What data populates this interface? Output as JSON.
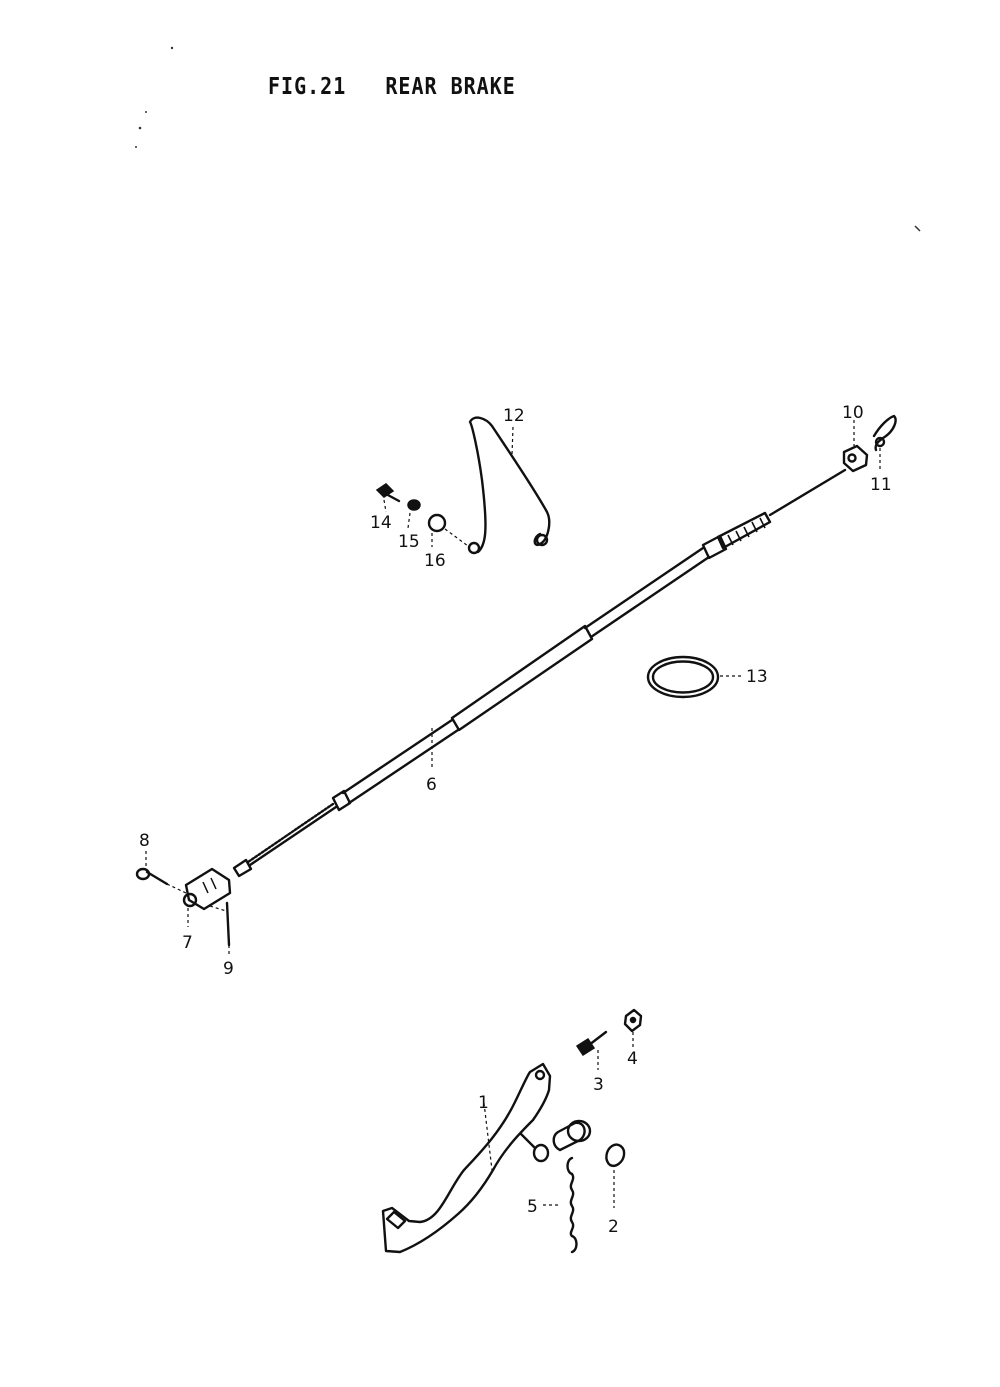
{
  "figure": {
    "title": "FIG.21   REAR BRAKE"
  },
  "callouts": [
    {
      "id": "1",
      "label": "1"
    },
    {
      "id": "2",
      "label": "2"
    },
    {
      "id": "3",
      "label": "3"
    },
    {
      "id": "4",
      "label": "4"
    },
    {
      "id": "5",
      "label": "5"
    },
    {
      "id": "6",
      "label": "6"
    },
    {
      "id": "7",
      "label": "7"
    },
    {
      "id": "8",
      "label": "8"
    },
    {
      "id": "9",
      "label": "9"
    },
    {
      "id": "10",
      "label": "10"
    },
    {
      "id": "11",
      "label": "11"
    },
    {
      "id": "12",
      "label": "12"
    },
    {
      "id": "13",
      "label": "13"
    },
    {
      "id": "14",
      "label": "14"
    },
    {
      "id": "15",
      "label": "15"
    },
    {
      "id": "16",
      "label": "16"
    }
  ]
}
